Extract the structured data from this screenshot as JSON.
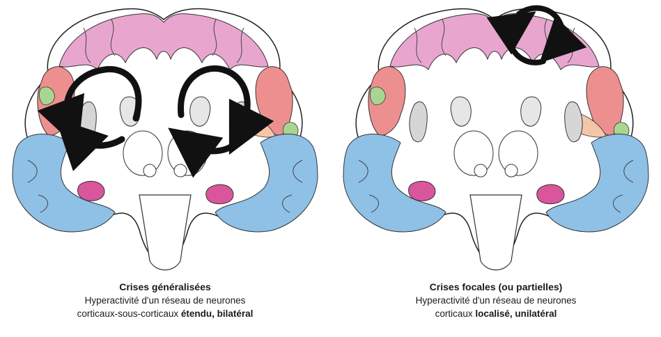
{
  "panels": [
    {
      "title": "Crises généralisées",
      "line1": "Hyperactivité d'un réseau de neurones",
      "line2_plain": "corticaux-sous-corticaux ",
      "line2_bold": "étendu, bilatéral"
    },
    {
      "title": "Crises focales (ou partielles)",
      "line1": "Hyperactivité d'un réseau de neurones",
      "line2_plain": "corticaux ",
      "line2_bold": "localisé, unilatéral"
    }
  ],
  "colors": {
    "frontal": "#e8a6cf",
    "parietal": "#ee8f8f",
    "central": "#a8d690",
    "temporal": "#8fc0e6",
    "insula": "#f4c6a8",
    "subcortical": "#d6d6d6",
    "hippocampus": "#d9559c",
    "arrows": "#111111"
  }
}
